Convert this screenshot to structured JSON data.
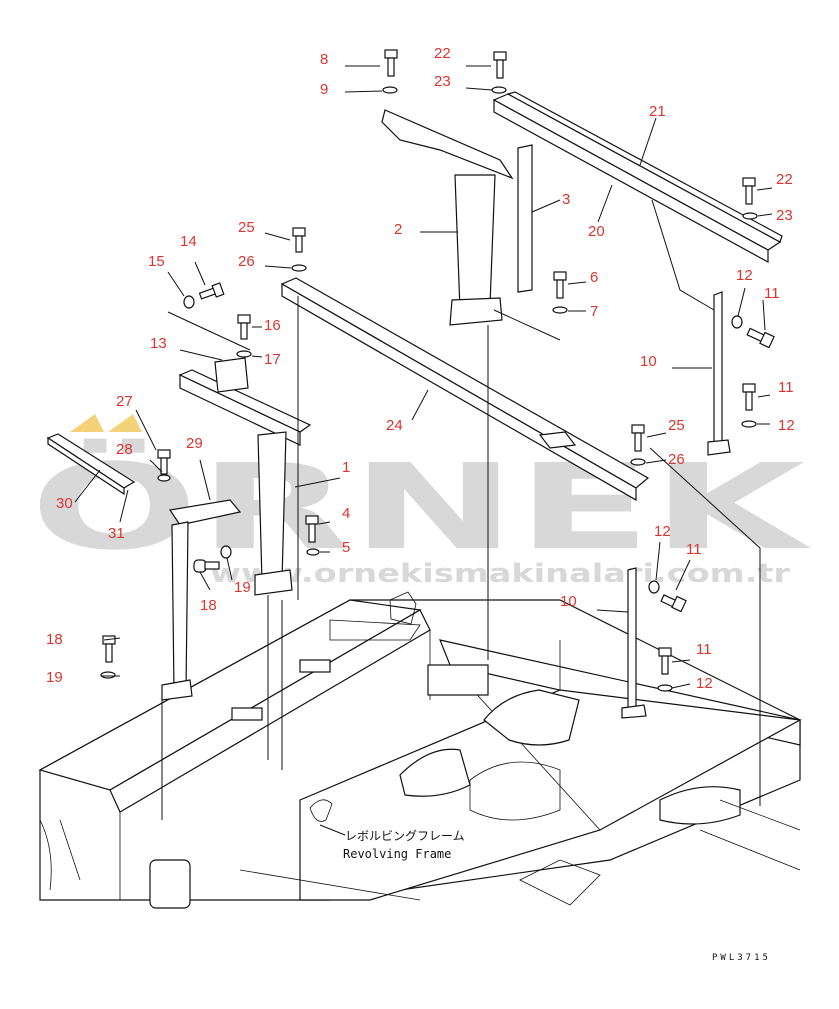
{
  "watermark": {
    "brand": "ÖRNEK",
    "url": "www.ornekismakinalari.com.tr",
    "color": "#d8d8d8",
    "accent": "#f3d27a"
  },
  "label_color": "#d9362f",
  "frame_label": {
    "jp": "レボルビングフレーム",
    "en": "Revolving Frame"
  },
  "drawing_code": "PWL3715",
  "callouts": [
    {
      "id": "c8",
      "text": "8"
    },
    {
      "id": "c9",
      "text": "9"
    },
    {
      "id": "c22a",
      "text": "22"
    },
    {
      "id": "c23a",
      "text": "23"
    },
    {
      "id": "c21",
      "text": "21"
    },
    {
      "id": "c3",
      "text": "3"
    },
    {
      "id": "c2",
      "text": "2"
    },
    {
      "id": "c20",
      "text": "20"
    },
    {
      "id": "c22b",
      "text": "22"
    },
    {
      "id": "c23b",
      "text": "23"
    },
    {
      "id": "c25a",
      "text": "25"
    },
    {
      "id": "c26a",
      "text": "26"
    },
    {
      "id": "c14",
      "text": "14"
    },
    {
      "id": "c15",
      "text": "15"
    },
    {
      "id": "c6",
      "text": "6"
    },
    {
      "id": "c7",
      "text": "7"
    },
    {
      "id": "c12a",
      "text": "12"
    },
    {
      "id": "c11a",
      "text": "11"
    },
    {
      "id": "c16",
      "text": "16"
    },
    {
      "id": "c13",
      "text": "13"
    },
    {
      "id": "c17",
      "text": "17"
    },
    {
      "id": "c10a",
      "text": "10"
    },
    {
      "id": "c11b",
      "text": "11"
    },
    {
      "id": "c27",
      "text": "27"
    },
    {
      "id": "c24",
      "text": "24"
    },
    {
      "id": "c12b",
      "text": "12"
    },
    {
      "id": "c25b",
      "text": "25"
    },
    {
      "id": "c28",
      "text": "28"
    },
    {
      "id": "c29",
      "text": "29"
    },
    {
      "id": "c26b",
      "text": "26"
    },
    {
      "id": "c1",
      "text": "1"
    },
    {
      "id": "c30",
      "text": "30"
    },
    {
      "id": "c4",
      "text": "4"
    },
    {
      "id": "c31",
      "text": "31"
    },
    {
      "id": "c5",
      "text": "5"
    },
    {
      "id": "c12c",
      "text": "12"
    },
    {
      "id": "c19a",
      "text": "19"
    },
    {
      "id": "c11c",
      "text": "11"
    },
    {
      "id": "c18a",
      "text": "18"
    },
    {
      "id": "c10b",
      "text": "10"
    },
    {
      "id": "c18b",
      "text": "18"
    },
    {
      "id": "c11d",
      "text": "11"
    },
    {
      "id": "c19b",
      "text": "19"
    },
    {
      "id": "c12d",
      "text": "12"
    }
  ]
}
